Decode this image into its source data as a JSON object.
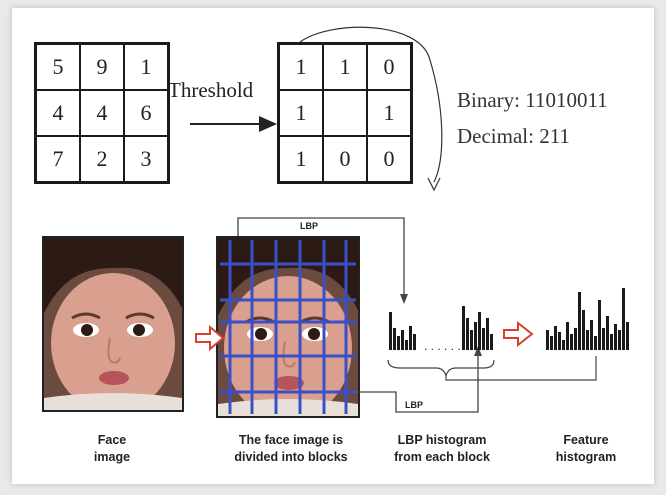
{
  "lbp_example": {
    "input_grid": [
      [
        "5",
        "9",
        "1"
      ],
      [
        "4",
        "4",
        "6"
      ],
      [
        "7",
        "2",
        "3"
      ]
    ],
    "output_grid": [
      [
        "1",
        "1",
        "0"
      ],
      [
        "1",
        "",
        "1"
      ],
      [
        "1",
        "0",
        "0"
      ]
    ],
    "threshold_label": "Threshold",
    "binary_label": "Binary: 11010011",
    "decimal_label": "Decimal: 211"
  },
  "pipeline": {
    "lbp_label_top": "LBP",
    "lbp_label_bottom": "LBP",
    "captions": {
      "face_image": [
        "Face",
        "image"
      ],
      "divided": [
        "The face image is",
        "divided into blocks"
      ],
      "lbp_histogram": [
        "LBP histogram",
        "from each block"
      ],
      "feature_histogram": [
        "Feature",
        "histogram"
      ]
    }
  },
  "colors": {
    "grid_lines": "#3b4fc9",
    "arrow_red": "#d6402f",
    "skin": "#d9a08f",
    "hair": "#2b1b14"
  }
}
